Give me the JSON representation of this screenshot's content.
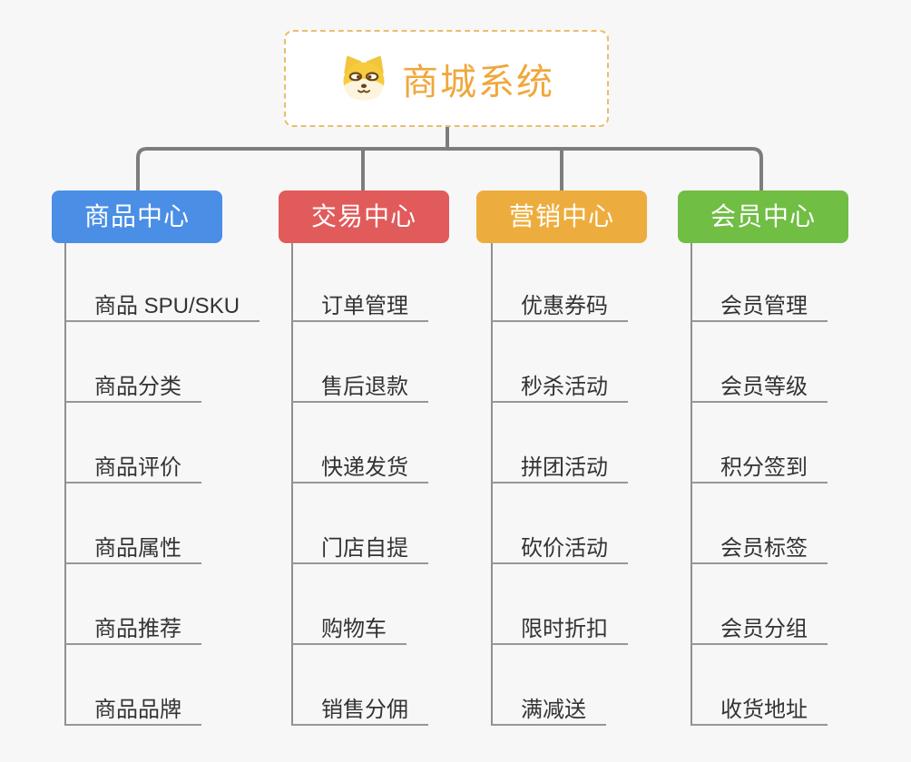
{
  "app": {
    "background_color": "#f7f7f8",
    "connector_color": "#7d7d7d",
    "subline_color": "#979797"
  },
  "root": {
    "title": "商城系统",
    "icon": "dog-face",
    "title_color": "#f0a73c",
    "border_color": "#eabd6d"
  },
  "branches": [
    {
      "label": "商品中心",
      "color": "#4a8ee6",
      "children": [
        "商品 SPU/SKU",
        "商品分类",
        "商品评价",
        "商品属性",
        "商品推荐",
        "商品品牌"
      ]
    },
    {
      "label": "交易中心",
      "color": "#e15b5b",
      "children": [
        "订单管理",
        "售后退款",
        "快递发货",
        "门店自提",
        "购物车",
        "销售分佣"
      ]
    },
    {
      "label": "营销中心",
      "color": "#edad3e",
      "children": [
        "优惠券码",
        "秒杀活动",
        "拼团活动",
        "砍价活动",
        "限时折扣",
        "满减送"
      ]
    },
    {
      "label": "会员中心",
      "color": "#70be44",
      "children": [
        "会员管理",
        "会员等级",
        "积分签到",
        "会员标签",
        "会员分组",
        "收货地址"
      ]
    }
  ]
}
